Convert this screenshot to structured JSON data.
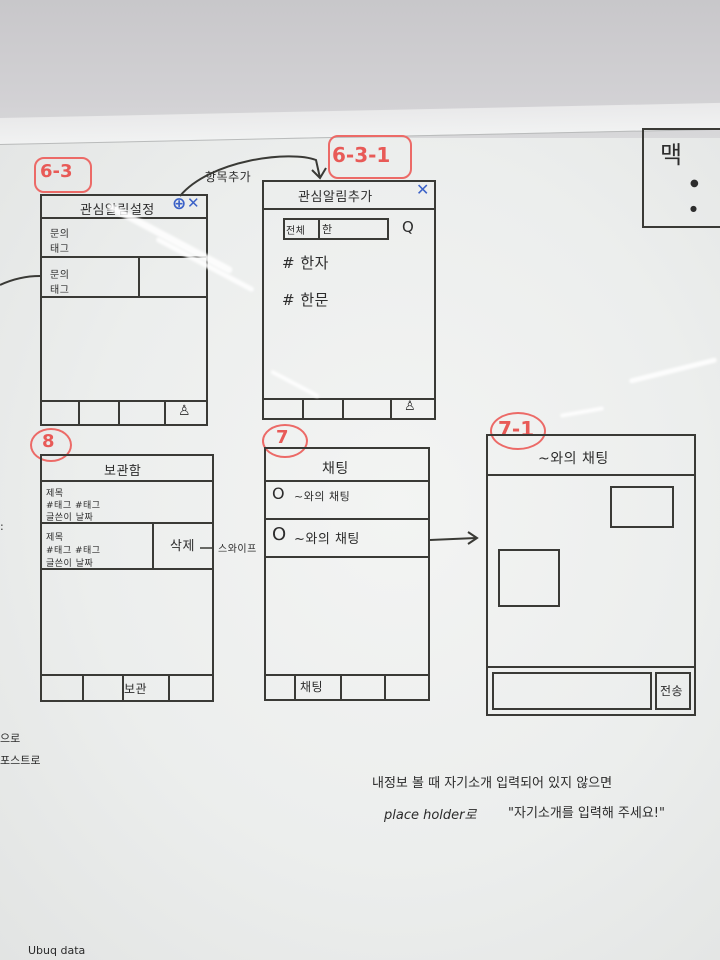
{
  "screens": {
    "s63": {
      "tag": "6-3",
      "title": "관심알림설정",
      "add_icon": "⊕",
      "close_icon": "✕",
      "row1": [
        "문의",
        "태그"
      ],
      "row2": [
        "문의",
        "태그"
      ]
    },
    "s631": {
      "tag": "6-3-1",
      "title": "관심알림추가",
      "close_icon": "✕",
      "dropdown": "전체",
      "search_text": "한",
      "search_icon": "Q",
      "items": [
        "# 한자",
        "# 한문"
      ]
    },
    "s8": {
      "tag": "8",
      "title": "보관함",
      "rows": [
        [
          "제목",
          "#태그 #태그",
          "글쓴이  날짜"
        ],
        [
          "제목",
          "#태그 #태그",
          "글쓴이  날짜"
        ]
      ],
      "delete_label": "삭제",
      "swipe_label": "스와이프",
      "tab_label": "보관"
    },
    "s7": {
      "tag": "7",
      "title": "채팅",
      "chats": [
        "~와의 채팅",
        "~와의 채팅"
      ],
      "tab_label": "채팅"
    },
    "s71": {
      "tag": "7-1",
      "title": "~와의 채팅",
      "send_label": "전송"
    }
  },
  "annotations": {
    "add_item": "항목추가",
    "top_right_title": "맥",
    "left_edge_1": "으로",
    "left_edge_2": "포스트로",
    "bottom_note_1": "내정보 볼 때   자기소개 입력되어 있지 않으면",
    "bottom_note_2_prefix": "place holder로",
    "bottom_note_2_quote": "\"자기소개를 입력해 주세요!\"",
    "bottom_left": "Ubuq data"
  }
}
